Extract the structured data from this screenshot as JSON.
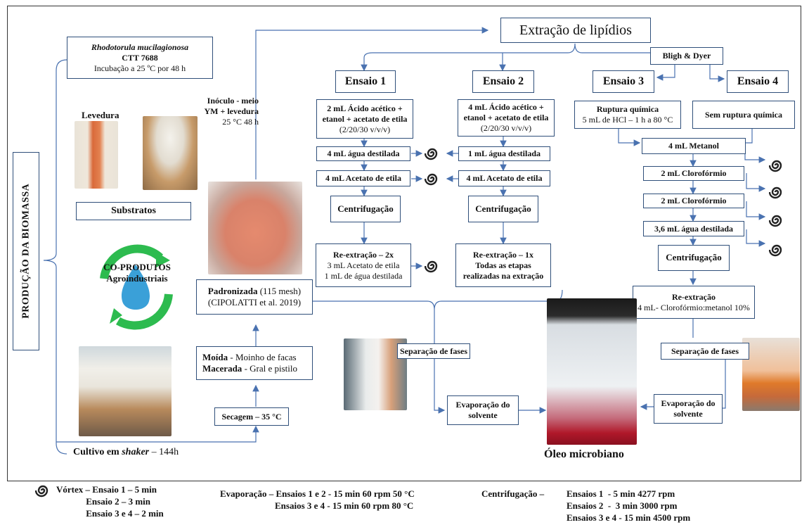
{
  "title": "Extração de lipídios",
  "side_label": "PRODUÇÃO DA BIOMASSA",
  "strain": {
    "species": "Rhodotorula mucilagionosa",
    "code": "CTT 7688",
    "incubation": "Incubação a 25 ºC por 48 h"
  },
  "levedura_label": "Levedura",
  "inoculo": {
    "line1": "Inóculo -  meio",
    "line2": "YM + levedura",
    "line3": "25 °C 48 h"
  },
  "substratos": "Substratos",
  "coprodutos": {
    "line1": "CO-PRODUTOS",
    "line2": "Agroindustriais"
  },
  "padronizada": {
    "line1a": "Padronizada",
    "line1b": " (115 mesh)",
    "line2": "(CIPOLATTI et al. 2019)"
  },
  "moida": {
    "l1a": "Moída",
    "l1b": " - Moinho de facas",
    "l2a": "Macerada",
    "l2b": " - Gral e pistilo"
  },
  "secagem": "Secagem – 35 °C",
  "cultivo": {
    "a": "Cultivo em ",
    "b": "shaker",
    "c": " – 144h"
  },
  "bligh": "Bligh & Dyer",
  "ensaio1": {
    "title": "Ensaio 1",
    "step1": [
      "2 mL  Ácido acético +",
      "etanol + acetato de etila",
      "(2/20/30 v/v/v)"
    ],
    "step2": "4 mL água destilada",
    "step3": "4 mL Acetato de etila",
    "centri": "Centrifugação",
    "reex": [
      "Re-extração – 2x",
      "3 mL Acetato de etila",
      "1 mL de água destilada"
    ]
  },
  "ensaio2": {
    "title": "Ensaio 2",
    "step1": [
      "4 mL  Ácido acético +",
      "etanol + acetato de etila",
      "(2/20/30 v/v/v)"
    ],
    "step2": "1 mL água destilada",
    "step3": "4 mL Acetato de etila",
    "centri": "Centrifugação",
    "reex": [
      "Re-extração – 1x",
      "Todas as etapas",
      "realizadas na extração"
    ]
  },
  "ensaio3": {
    "title": "Ensaio 3",
    "ruptura": [
      "Ruptura química",
      "5 mL de HCl – 1 h a 80 °C"
    ]
  },
  "ensaio4": {
    "title": "Ensaio 4",
    "sem": "Sem ruptura química"
  },
  "ensaio34": {
    "metanol": "4 mL Metanol",
    "cloro1": "2 mL Clorofórmio",
    "cloro2": "2 mL Clorofórmio",
    "agua": "3,6 mL água destilada",
    "centri": "Centrifugação",
    "reex": [
      "Re-extração",
      "4 mL- Clorofórmio:metanol 10%"
    ]
  },
  "separacao_left": "Separação de fases",
  "separacao_right": "Separação de fases",
  "evap_left": [
    "Evaporação do",
    "solvente"
  ],
  "evap_right": [
    "Evaporação do",
    "solvente"
  ],
  "oleo": "Óleo microbiano",
  "legend": {
    "vortex": "Vórtex – Ensaio 1 – 5 min\n             Ensaio 2 – 3 min\n             Ensaio 3 e 4 – 2 min",
    "evap": "Evaporação – Ensaios 1 e 2 - 15 min 60 rpm 50 °C\n                        Ensaios 3 e 4 - 15 min 60 rpm 80 °C",
    "centri_label": "Centrifugação –",
    "centri": "Ensaios 1  - 5 min 4277 rpm\nEnsaios 2  -  3 min 3000 rpm\nEnsaios 3 e 4 - 15 min 4500 rpm"
  },
  "colors": {
    "line": "#4a72b0",
    "border": "#2f4f7a",
    "recycle_green": "#2dbb4f",
    "drop_blue": "#3aa0d8",
    "powder": "#d9826a",
    "oil_red": "#b0182a"
  }
}
